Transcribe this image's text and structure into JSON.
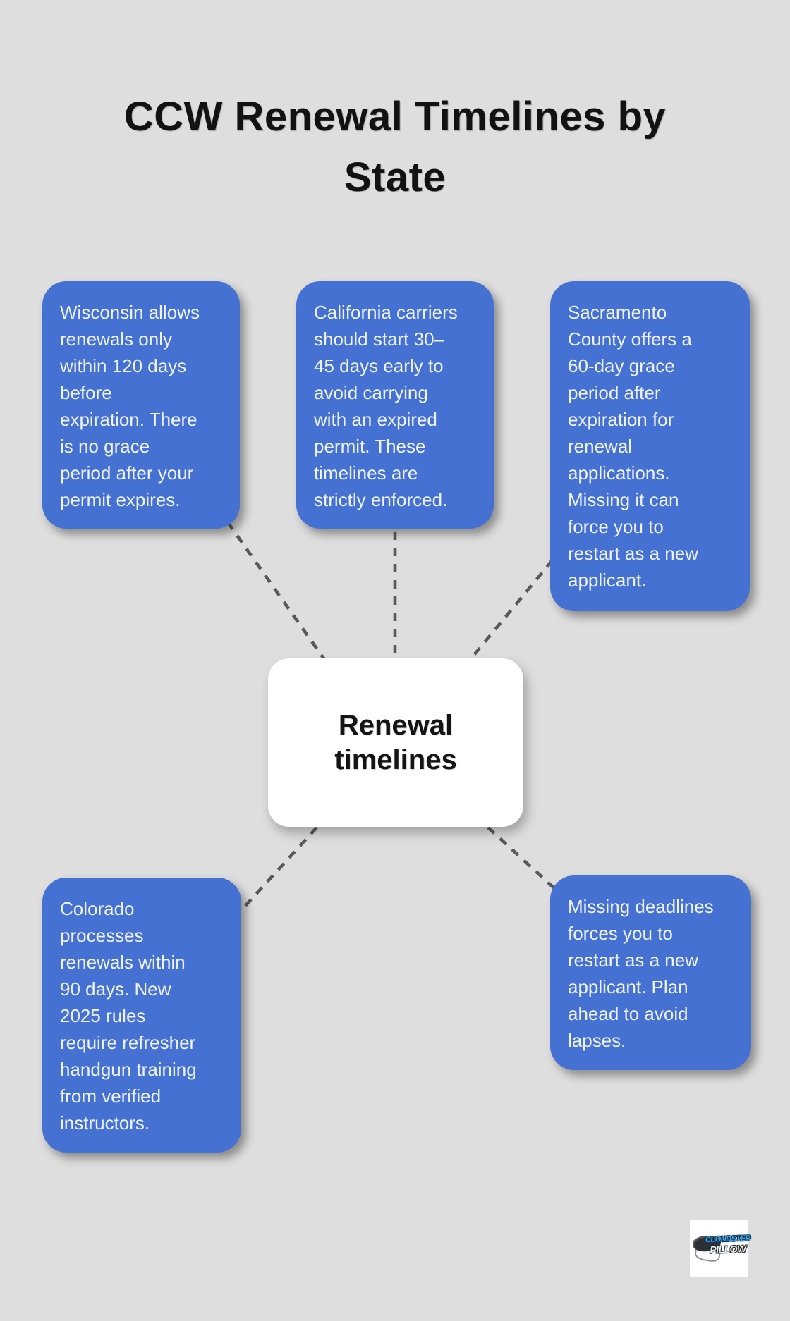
{
  "title": "CCW Renewal Timelines by\nState",
  "center_node": {
    "label": "Renewal\ntimelines"
  },
  "nodes": [
    {
      "id": "wisconsin",
      "text": "Wisconsin allows\nrenewals only\nwithin 120 days\nbefore\nexpiration. There\nis no grace\nperiod after your\npermit expires."
    },
    {
      "id": "california",
      "text": "California carriers\nshould start 30–\n45 days early to\navoid carrying\nwith an expired\npermit. These\ntimelines are\nstrictly enforced."
    },
    {
      "id": "sacramento",
      "text": "Sacramento\nCounty offers a\n60-day grace\nperiod after\nexpiration for\nrenewal\napplications.\nMissing it can\nforce you to\nrestart as a new\napplicant."
    },
    {
      "id": "colorado",
      "text": "Colorado\nprocesses\nrenewals within\n90 days. New\n2025 rules\nrequire refresher\nhandgun training\nfrom verified\ninstructors."
    },
    {
      "id": "missing-deadlines",
      "text": "Missing deadlines\nforces you to\nrestart as a new\napplicant. Plan\nahead to avoid\nlapses."
    }
  ],
  "logo": {
    "brand_line1": "CLOUDSTER",
    "brand_line2": "PILLOW"
  },
  "colors": {
    "background": "#dedede",
    "node_blue": "#4571d2",
    "node_text": "#eef2fa",
    "connector_gray": "#595959",
    "title_black": "#121212"
  }
}
